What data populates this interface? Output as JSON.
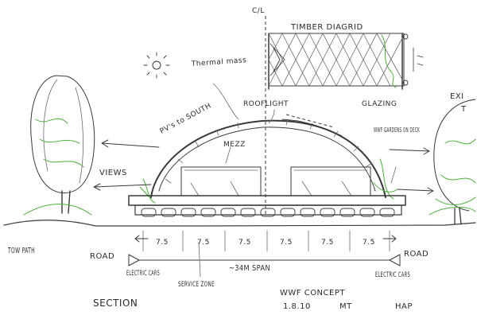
{
  "labels": {
    "timber_diagrid": "TIMBER DIAGRID",
    "ref_c": "C/L",
    "thermal_mass": "Thermal mass",
    "rooflight": "ROOFLIGHT",
    "glazing": "GLAZING",
    "pvs_to_south": "PV's to SOUTH",
    "mezz": "MEZZ",
    "wwf_gardens": "WWF GARDENS ON DECK",
    "views": "VIEWS",
    "tow_path": "TOW PATH",
    "road_left": "ROAD",
    "road_right": "ROAD",
    "electric_cars_left": "ELECTRIC CARS",
    "electric_cars_right": "ELECTRIC CARS",
    "service_zone": "SERVICE ZONE",
    "span": "~34M SPAN",
    "section": "SECTION",
    "concept": "WWF CONCEPT",
    "date": "1.8.10",
    "initials_1": "MT",
    "initials_2": "HAP",
    "exist": "EXI",
    "tree_mark": "T"
  },
  "dimensions": [
    "7.5",
    "7.5",
    "7.5",
    "7.5",
    "7.5",
    "7.5"
  ],
  "colors": {
    "pencil": "#3a3a3a",
    "green": "#4caf3a",
    "paper": "#ffffff"
  }
}
